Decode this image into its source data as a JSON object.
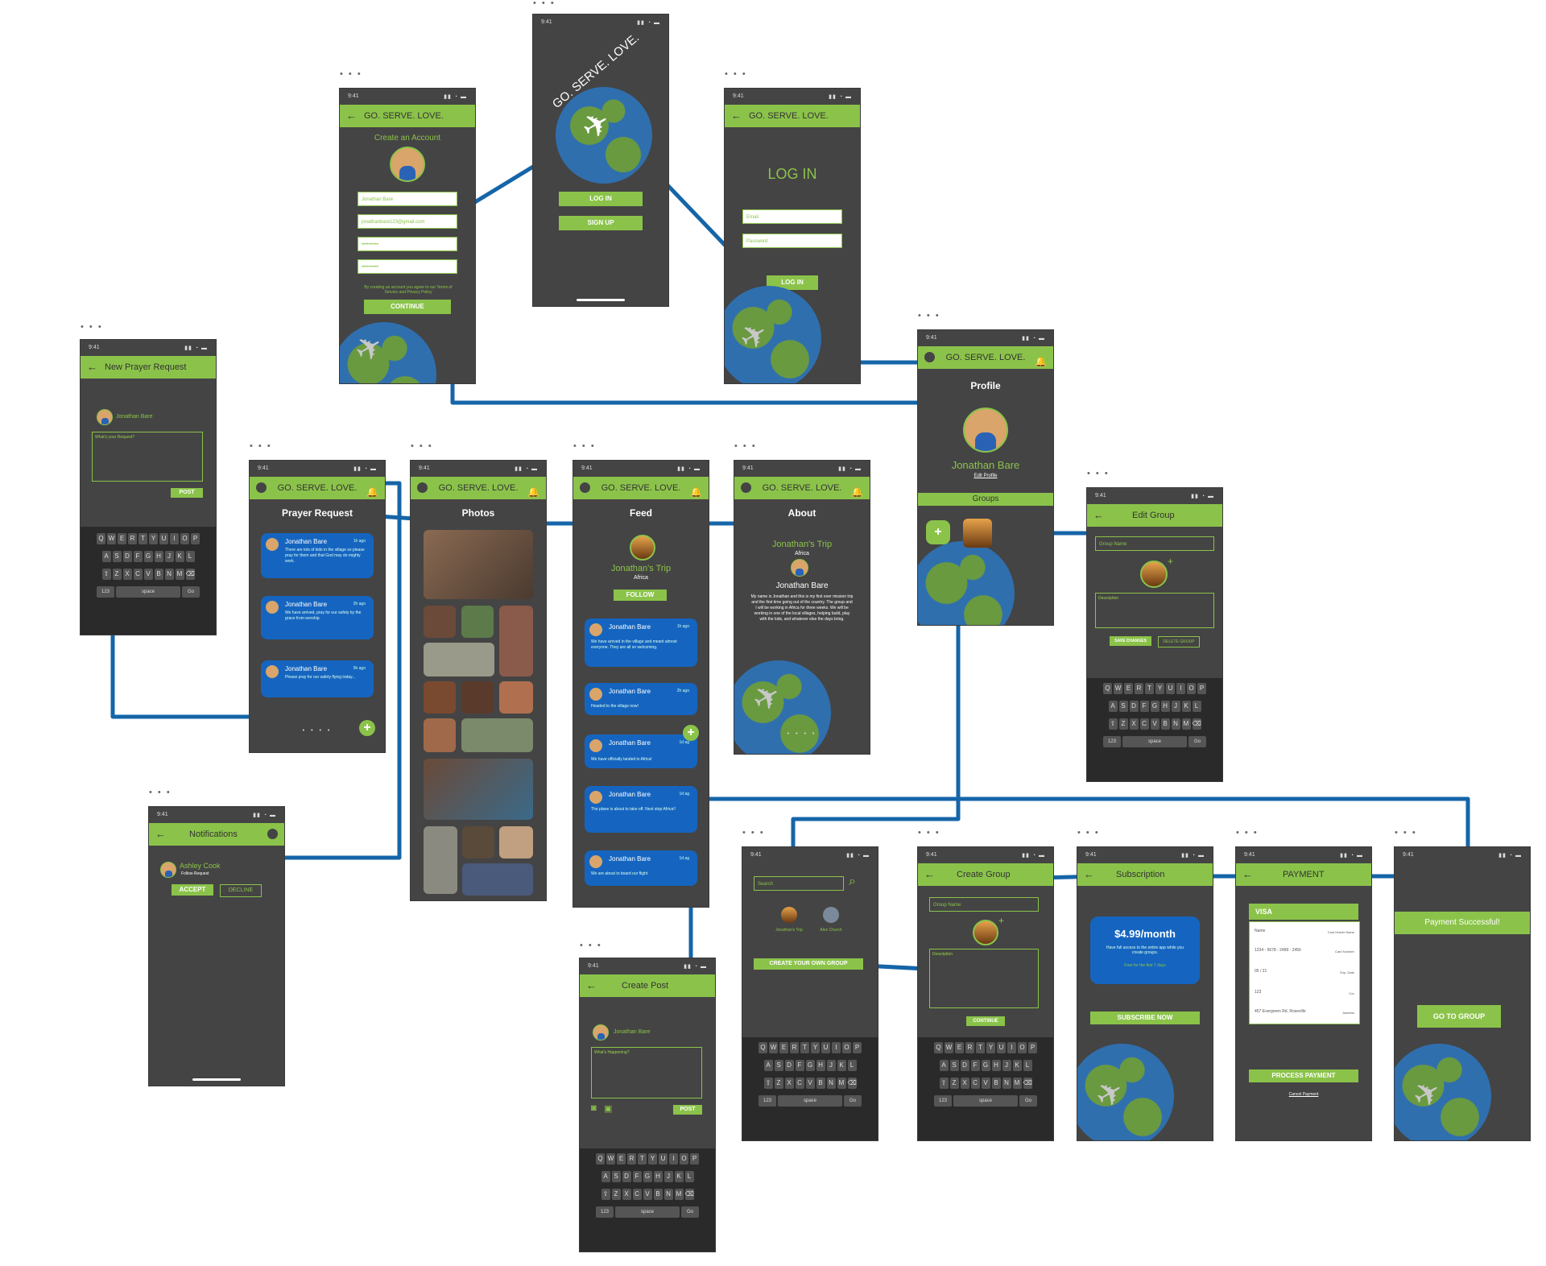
{
  "status": {
    "time": "9:41",
    "icons": "▮▮ ◔ ▬"
  },
  "menu_dots": "• • •",
  "app_name": "GO. SERVE. LOVE.",
  "splash": {
    "arc_title": "GO. SERVE. LOVE.",
    "login": "LOG IN",
    "signup": "SIGN UP"
  },
  "create_account": {
    "heading": "Create an Account",
    "name_value": "Jonathan Bare",
    "email_value": "jonathanbare123@gmail.com",
    "password_mask": "••••••••••",
    "confirm_mask": "••••••••••",
    "terms": "By creating an account you agree to our Terms of Service and Privacy Policy",
    "continue": "CONTINUE"
  },
  "login": {
    "heading": "LOG IN",
    "email_ph": "Email",
    "password_ph": "Password",
    "button": "LOG IN"
  },
  "profile": {
    "heading": "Profile",
    "name": "Jonathan Bare",
    "edit": "Edit Profile",
    "groups": "Groups"
  },
  "new_prayer": {
    "title": "New Prayer Request",
    "user": "Jonathan Bare",
    "placeholder": "What's your Request?",
    "post": "POST"
  },
  "prayer": {
    "heading": "Prayer Request",
    "cards": [
      {
        "name": "Jonathan Bare",
        "time": "1h ago",
        "text": "There are lots of kids in the village so please pray for them and that God may do mighty work."
      },
      {
        "name": "Jonathan Bare",
        "time": "2h ago",
        "text": "We have arrived, pray for our safety by the grace from worship."
      },
      {
        "name": "Jonathan Bare",
        "time": "5h ago",
        "text": "Please pray for our safety flying today..."
      }
    ]
  },
  "photos": {
    "heading": "Photos"
  },
  "feed": {
    "heading": "Feed",
    "trip": "Jonathan's Trip",
    "place": "Africa",
    "follow": "FOLLOW",
    "posts": [
      {
        "name": "Jonathan Bare",
        "time": "1h ago",
        "text": "We have arrived in the village and meant almost everyone. They are all so welcoming."
      },
      {
        "name": "Jonathan Bare",
        "time": "2h ago",
        "text": "Headed to the village now!"
      },
      {
        "name": "Jonathan Bare",
        "time": "1d ag",
        "text": "We have officially landed in Africa!"
      },
      {
        "name": "Jonathan Bare",
        "time": "1d ag",
        "text": "The plane is about to take off. Next stop Africa!!"
      },
      {
        "name": "Jonathan Bare",
        "time": "1d ag",
        "text": "We are about to board our flight"
      }
    ]
  },
  "about": {
    "heading": "About",
    "trip": "Jonathan's Trip",
    "place": "Africa",
    "name": "Jonathan Bare",
    "bio": "My name is Jonathan and this is my first ever mission trip and the first time going out of the country. The group and I will be working in Africa for three weeks. We will be working in one of the local villages, helping build, play with the kids, and whatever else the days bring."
  },
  "edit_group": {
    "title": "Edit Group",
    "name_ph": "Group Name",
    "desc_ph": "Description",
    "save": "SAVE CHANGES",
    "delete": "DELETE GROUP"
  },
  "notifications": {
    "title": "Notifications",
    "user": "Ashley Cook",
    "sub": "Follow Request",
    "accept": "ACCEPT",
    "decline": "DECLINE"
  },
  "create_post": {
    "title": "Create Post",
    "user": "Jonathan Bare",
    "placeholder": "What's Happening?",
    "post": "POST"
  },
  "search": {
    "placeholder": "Search",
    "g1": "Jonathan's Trip",
    "g2": "Alex Church",
    "create": "CREATE YOUR OWN GROUP"
  },
  "create_group": {
    "title": "Create Group",
    "name_ph": "Group Name",
    "desc_ph": "Description",
    "continue": "CONTINUE"
  },
  "subscription": {
    "title": "Subscription",
    "price": "$4.99/month",
    "desc": "Have full access to the entire app while you create groups.",
    "link": "Free for the first 7 days",
    "subscribe": "SUBSCRIBE NOW"
  },
  "payment": {
    "title": "PAYMENT",
    "card": "VISA",
    "name_label": "Name",
    "card_name_label": "Card Holder Name",
    "number": "1234 - 5678 - 2489 - 2456",
    "number_label": "Card Number",
    "exp": "05 / 21",
    "exp_label": "Exp. Date",
    "cvv": "123",
    "cvv_label": "Cvv",
    "address": "457 Evergreen Rd. Roseville",
    "address_label": "Address",
    "process": "PROCESS PAYMENT",
    "cancel": "Cancel Payment"
  },
  "success": {
    "title": "Payment Successful!",
    "go": "GO TO GROUP"
  },
  "keyboard": {
    "row1": [
      "Q",
      "W",
      "E",
      "R",
      "T",
      "Y",
      "U",
      "I",
      "O",
      "P"
    ],
    "row2": [
      "A",
      "S",
      "D",
      "F",
      "G",
      "H",
      "J",
      "K",
      "L"
    ],
    "row3": [
      "⇧",
      "Z",
      "X",
      "C",
      "V",
      "B",
      "N",
      "M",
      "⌫"
    ],
    "numkey": "123",
    "space": "space",
    "go": "Go"
  },
  "colors": {
    "accent": "#8bc34a",
    "screen": "#444444",
    "card": "#1565c0",
    "connector": "#1565a8"
  }
}
